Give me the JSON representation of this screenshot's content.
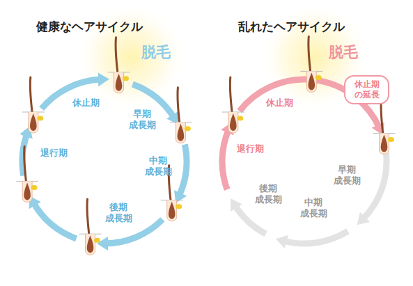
{
  "diagram": {
    "nodes": [
      {
        "text": [
          "休止期 の延長"
        ]
      }
    ],
    "labels": [
      "健康なヘアサイクル",
      "脱毛",
      "休止期",
      "早期 成長期",
      "中期 成長期",
      "後期 成長期",
      "退行期",
      "乱れたヘアサイクル",
      "脱毛",
      "休止期",
      "早期 成長期",
      "中期 成長期",
      "後期 成長期",
      "退行期"
    ]
  }
}
